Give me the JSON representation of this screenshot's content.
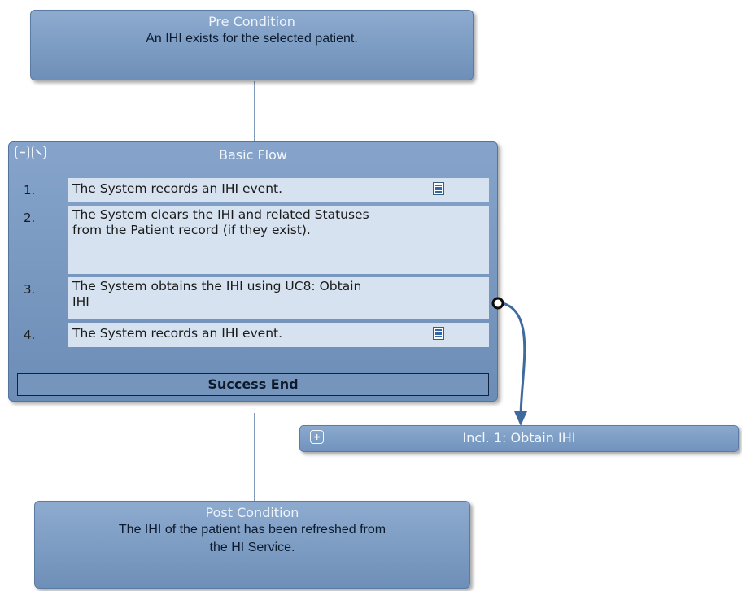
{
  "pre_condition": {
    "title": "Pre Condition",
    "text": "An IHI exists for the selected patient."
  },
  "basic_flow": {
    "title": "Basic Flow",
    "steps": [
      {
        "number": "1.",
        "text": "The System records an IHI event.",
        "has_note": true
      },
      {
        "number": "2.",
        "text": "The System clears the IHI and related Statuses from the Patient record (if they exist).",
        "has_note": false
      },
      {
        "number": "3.",
        "text": "The System obtains the IHI using UC8: Obtain IHI",
        "has_note": false
      },
      {
        "number": "4.",
        "text": "The System records an IHI event.",
        "has_note": true
      }
    ],
    "success_end": "Success End"
  },
  "include": {
    "title": "Incl. 1: Obtain IHI"
  },
  "post_condition": {
    "title": "Post Condition",
    "text_line1": "The IHI of the patient has been refreshed from",
    "text_line2": "the HI Service."
  },
  "icons": {
    "collapse": "minus-icon",
    "edit": "edit-icon",
    "expand": "plus-icon",
    "note": "note-icon",
    "connection_point": "circle-connector-icon"
  },
  "colors": {
    "box_fill": "#7f9fc6",
    "step_fill": "#d6e2ef",
    "connector": "#7f9cbc",
    "arrow": "#3f6a9e"
  }
}
